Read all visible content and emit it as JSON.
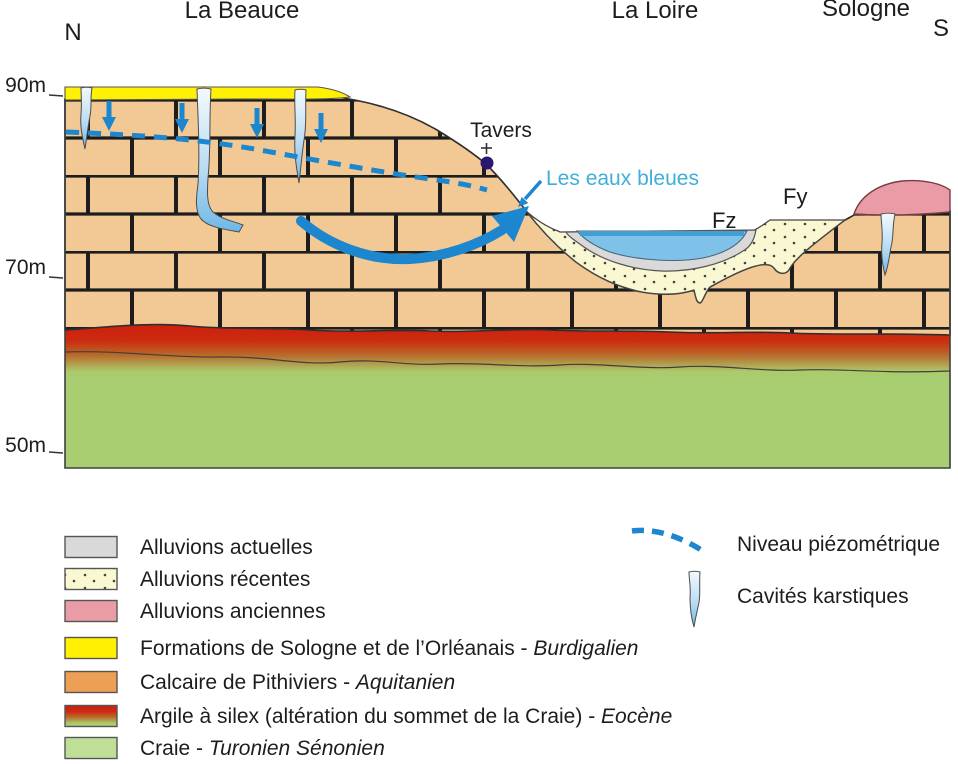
{
  "figure": {
    "regions": {
      "left": "La Beauce",
      "middle": "La Loire",
      "right": "Sologne"
    },
    "compass": {
      "north": "N",
      "south": "S"
    },
    "elevation_ticks": [
      "90m",
      "70m",
      "50m"
    ],
    "annotations": {
      "town": "Tavers",
      "spring": "Les eaux bleues",
      "fz": "Fz",
      "fy": "Fy"
    }
  },
  "legend": {
    "items": [
      {
        "label": "Alluvions actuelles",
        "sep": "",
        "era": ""
      },
      {
        "label": "Alluvions récentes",
        "sep": "",
        "era": ""
      },
      {
        "label": "Alluvions anciennes",
        "sep": "",
        "era": ""
      },
      {
        "label": "Formations de Sologne et de l’Orléanais",
        "sep": " - ",
        "era": "Burdigalien"
      },
      {
        "label": "Calcaire de Pithiviers",
        "sep": " - ",
        "era": "Aquitanien"
      },
      {
        "label": "Argile à silex (altération du sommet de la Craie)",
        "sep": " - ",
        "era": "Eocène"
      },
      {
        "label": "Craie",
        "sep": " - ",
        "era": "Turonien Sénonien"
      }
    ],
    "symbols": [
      {
        "label": "Niveau piézométrique"
      },
      {
        "label": "Cavités karstiques"
      }
    ]
  },
  "colors": {
    "limestone_brick": "#F2C994",
    "mortar": "#1d1d1d",
    "sologne_yellow": "#FFF101",
    "chalk_green": "#A9CE71",
    "legend_green": "#BFDF97",
    "clay_red": "#CE1E0E",
    "ancient_alluvium_pink": "#E99CA6",
    "current_alluvium_gray": "#D9D9D9",
    "recent_alluvium_cream": "#FAF8D2",
    "water_blue": "#7EC2E9",
    "arrow_blue": "#1C87CF",
    "spring_text_cyan": "#3FAFD9",
    "legend_orange": "#EC9F55",
    "tavers_dot": "#2A1770"
  }
}
